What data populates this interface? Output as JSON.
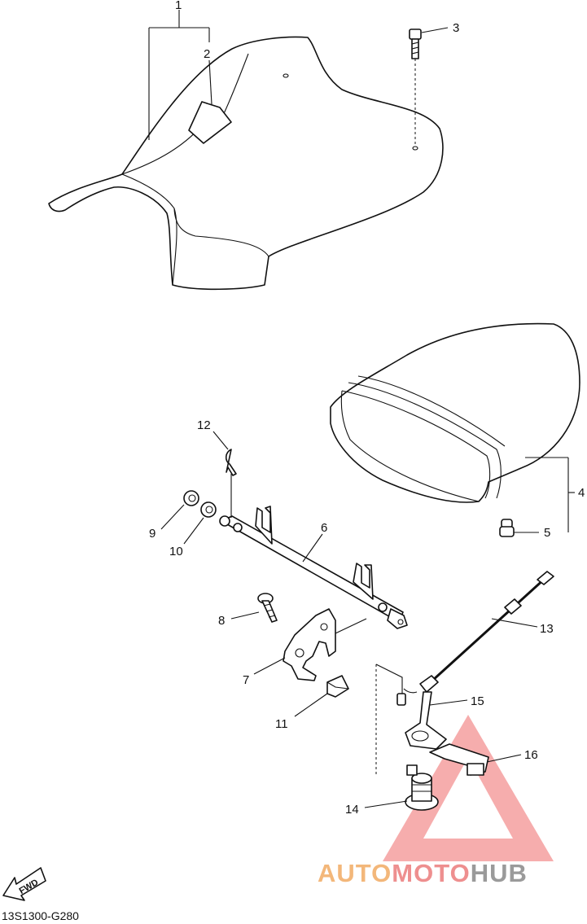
{
  "callouts": [
    "1",
    "2",
    "3",
    "4",
    "5",
    "6",
    "7",
    "8",
    "9",
    "10",
    "11",
    "12",
    "13",
    "14",
    "15",
    "16"
  ],
  "fwd_label": "FWD",
  "diagram_code": "13S1300-G280",
  "watermark": {
    "auto": "AUTO",
    "moto": "MOTO",
    "hub": "HUB",
    "colors": {
      "auto": "#f3b77a",
      "moto": "#ee8f8f",
      "hub": "#9a9a9a",
      "triangle": "#ee6a6a"
    }
  }
}
